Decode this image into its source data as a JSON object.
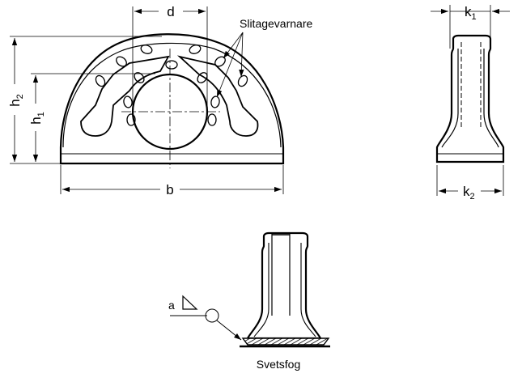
{
  "dimensions": {
    "d": "d",
    "b": "b",
    "h1": {
      "base": "h",
      "sub": "1"
    },
    "h2": {
      "base": "h",
      "sub": "2"
    },
    "k1": {
      "base": "k",
      "sub": "1"
    },
    "k2": {
      "base": "k",
      "sub": "2"
    }
  },
  "annotations": {
    "wear_indicator": "Slitagevarnare",
    "weld_seam": "Svetsfog",
    "weld_size": "a"
  }
}
